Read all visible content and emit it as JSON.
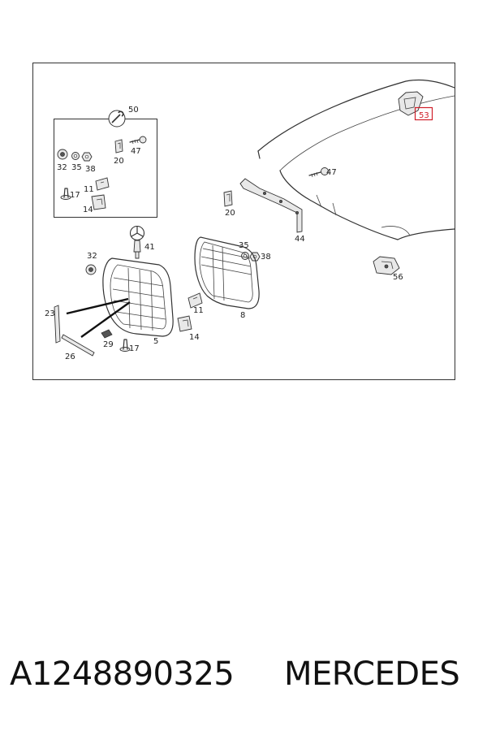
{
  "callouts": {
    "c50": "50",
    "c32a": "32",
    "c35a": "35",
    "c38a": "38",
    "c47a": "47",
    "c20a": "20",
    "c17a": "17",
    "c11a": "11",
    "c14a": "14",
    "c53": "53",
    "c47b": "47",
    "c20b": "20",
    "c44": "44",
    "c35b": "35",
    "c38b": "38",
    "c56": "56",
    "c41": "41",
    "c32b": "32",
    "c8": "8",
    "c11b": "11",
    "c14b": "14",
    "c5": "5",
    "c23": "23",
    "c29": "29",
    "c17b": "17",
    "c26": "26"
  },
  "highlight_color": "#d0202a",
  "caption": {
    "part_number": "A1248890325",
    "brand": "MERCEDES"
  }
}
